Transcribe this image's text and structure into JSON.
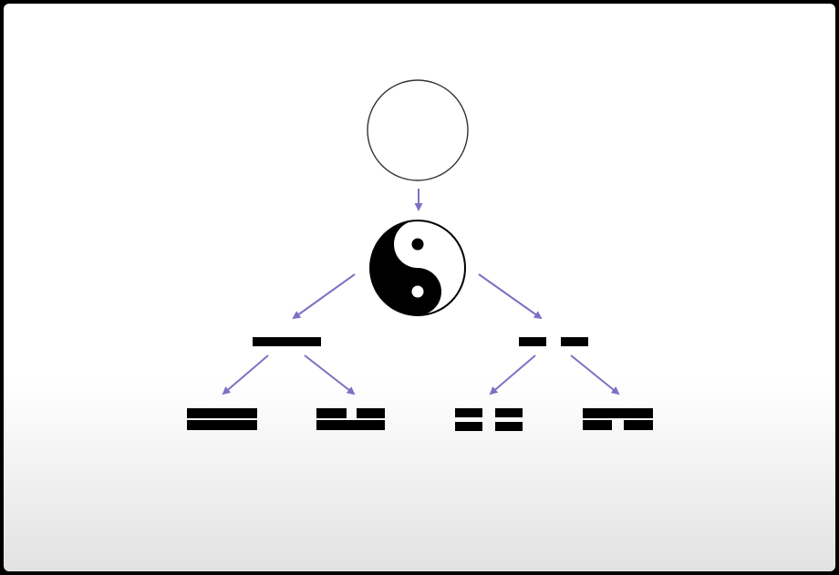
{
  "diagram": {
    "description_free": true,
    "nodes": [
      {
        "id": "wuji",
        "kind": "empty-circle"
      },
      {
        "id": "taiji",
        "kind": "yin-yang"
      },
      {
        "id": "yang",
        "kind": "solid-line"
      },
      {
        "id": "yin",
        "kind": "broken-line"
      },
      {
        "id": "greater-yang",
        "kind": "bigram",
        "lines": [
          "solid",
          "solid"
        ]
      },
      {
        "id": "lesser-yin",
        "kind": "bigram",
        "lines": [
          "broken",
          "solid"
        ]
      },
      {
        "id": "greater-yin",
        "kind": "bigram",
        "lines": [
          "broken",
          "broken"
        ]
      },
      {
        "id": "lesser-yang",
        "kind": "bigram",
        "lines": [
          "solid",
          "broken"
        ]
      }
    ],
    "edges": [
      {
        "from": "wuji",
        "to": "taiji"
      },
      {
        "from": "taiji",
        "to": "yang"
      },
      {
        "from": "taiji",
        "to": "yin"
      },
      {
        "from": "yang",
        "to": "greater-yang"
      },
      {
        "from": "yang",
        "to": "lesser-yin"
      },
      {
        "from": "yin",
        "to": "greater-yin"
      },
      {
        "from": "yin",
        "to": "lesser-yang"
      }
    ],
    "colors": {
      "arrow": "#7b72c4",
      "ink": "#000000",
      "paper": "#ffffff"
    }
  }
}
